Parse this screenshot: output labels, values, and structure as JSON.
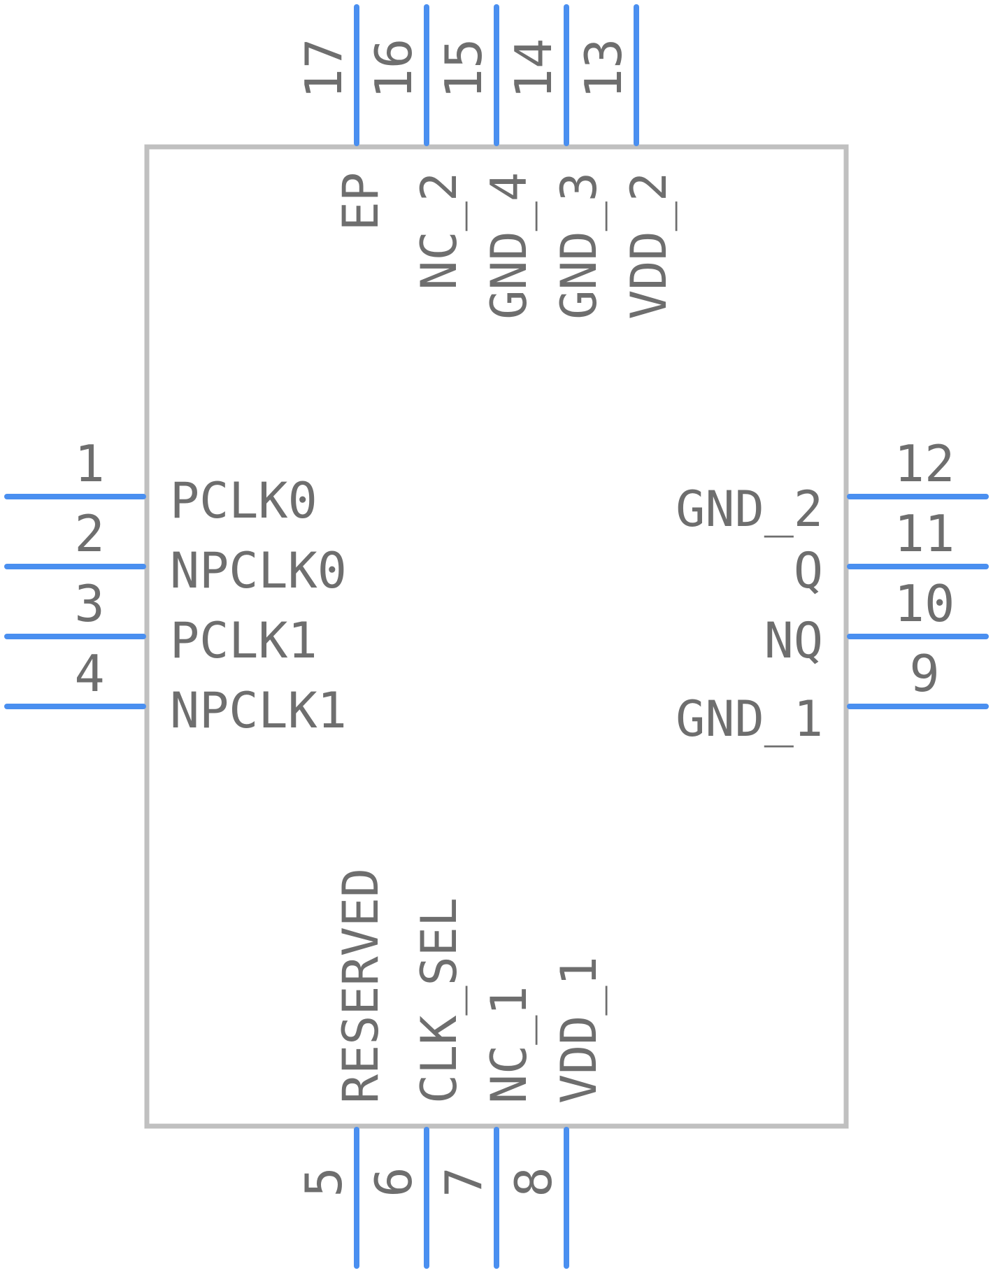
{
  "colors": {
    "body_outline": "#c0c0c0",
    "pin_line": "#4a8ff0",
    "text": "#6e6e6e",
    "background": "#ffffff"
  },
  "pins": {
    "left": [
      {
        "num": "1",
        "name": "PCLK0"
      },
      {
        "num": "2",
        "name": "NPCLK0"
      },
      {
        "num": "3",
        "name": "PCLK1"
      },
      {
        "num": "4",
        "name": "NPCLK1"
      }
    ],
    "right": [
      {
        "num": "12",
        "name": "GND_2"
      },
      {
        "num": "11",
        "name": "Q"
      },
      {
        "num": "10",
        "name": "NQ"
      },
      {
        "num": "9",
        "name": "GND_1"
      }
    ],
    "top": [
      {
        "num": "17",
        "name": "EP"
      },
      {
        "num": "16",
        "name": "NC_2"
      },
      {
        "num": "15",
        "name": "GND_4"
      },
      {
        "num": "14",
        "name": "GND_3"
      },
      {
        "num": "13",
        "name": "VDD_2"
      }
    ],
    "bottom": [
      {
        "num": "5",
        "name": "RESERVED"
      },
      {
        "num": "6",
        "name": "CLK_SEL"
      },
      {
        "num": "7",
        "name": "NC_1"
      },
      {
        "num": "8",
        "name": "VDD_1"
      }
    ]
  }
}
